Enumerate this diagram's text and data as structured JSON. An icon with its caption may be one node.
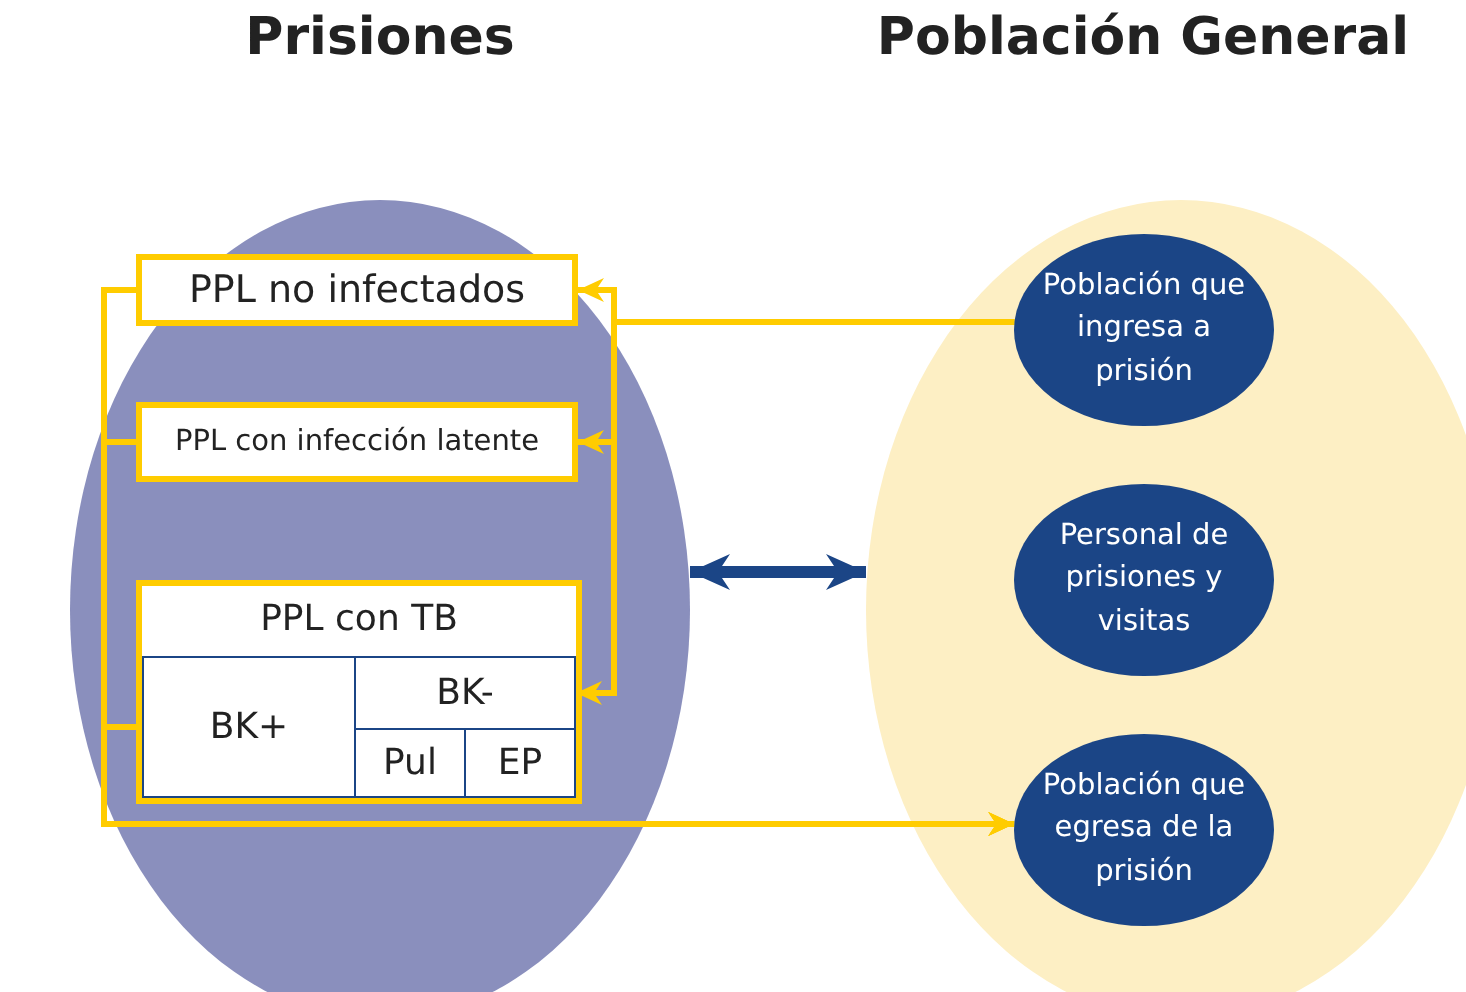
{
  "diagram": {
    "nodes": [
      {
        "text": [
          "Prisiones"
        ]
      },
      {
        "text": [
          "PPL no infectados"
        ],
        "in": 0
      },
      {
        "text": [
          "PPL con infección latente"
        ],
        "in": 0
      },
      {
        "text": [
          "PPL con TB"
        ],
        "in": 0
      },
      {
        "text": [
          "BK+"
        ],
        "in": 3
      },
      {
        "text": [
          "BK-"
        ],
        "in": 3
      },
      {
        "text": [
          "Pul"
        ],
        "in": 3
      },
      {
        "text": [
          "EP"
        ],
        "in": 3
      },
      {
        "text": [
          "Población General"
        ]
      },
      {
        "text": [
          "Población que ingresa a prisión"
        ],
        "in": 8
      },
      {
        "text": [
          "Personal de prisiones y visitas"
        ],
        "in": 8
      },
      {
        "text": [
          "Población que egresa de la prisión"
        ],
        "in": 8
      }
    ],
    "edges": [
      {
        "from": 9,
        "to": 1,
        "arrow": "to"
      },
      {
        "from": 9,
        "to": 2,
        "arrow": "to"
      },
      {
        "from": 9,
        "to": 5,
        "arrow": "to"
      },
      {
        "from": 1,
        "to": 11,
        "arrow": "to"
      },
      {
        "from": 2,
        "to": 11,
        "arrow": "to"
      },
      {
        "from": 4,
        "to": 11,
        "arrow": "to"
      },
      {
        "from": 0,
        "to": 8,
        "arrow": "both",
        "style": "thick",
        "color": "#1b4586"
      }
    ]
  }
}
